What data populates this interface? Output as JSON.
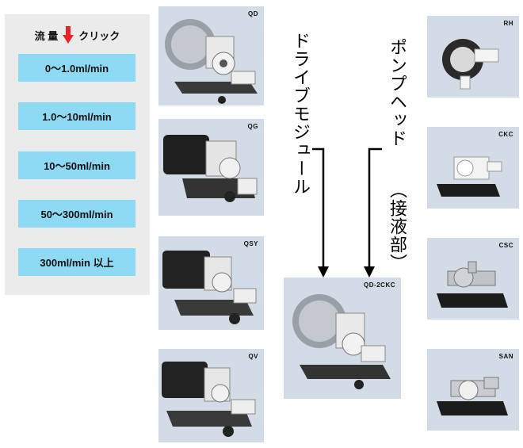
{
  "panel": {
    "label_left": "流 量",
    "label_right": "クリック",
    "icon": "down-arrow-icon",
    "accent": "#e8232a",
    "button_color": "#8ed9f4",
    "rates": [
      "0〜1.0ml/min",
      "1.0〜10ml/min",
      "10〜50ml/min",
      "50〜300ml/min",
      "300ml/min 以上"
    ]
  },
  "drive_modules": [
    {
      "code": "QD"
    },
    {
      "code": "QG"
    },
    {
      "code": "QSY"
    },
    {
      "code": "QV"
    }
  ],
  "pump_heads": [
    {
      "code": "RH"
    },
    {
      "code": "CKC"
    },
    {
      "code": "CSC"
    },
    {
      "code": "SAN"
    }
  ],
  "combined": {
    "code": "QD-2CKC"
  },
  "captions": {
    "drive_module": "ドライブモジュール",
    "pump_head": "ポンプヘッド",
    "wetted_part": "（接液部）"
  }
}
